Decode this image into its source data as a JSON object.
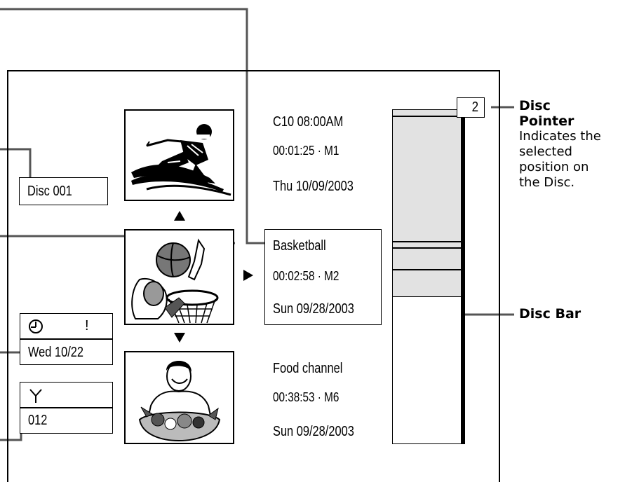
{
  "disc_label": "Disc 001",
  "recordings": [
    {
      "channel": "C10 08:00AM",
      "length": "00:01:25 · M1",
      "date": "Thu 10/09/2003"
    },
    {
      "channel": "Basketball",
      "length": "00:02:58 · M2",
      "date": "Sun 09/28/2003"
    },
    {
      "channel": "Food channel",
      "length": "00:38:53 · M6",
      "date": "Sun 09/28/2003"
    }
  ],
  "timer_box": {
    "icon": "clock-icon",
    "mark": "!",
    "date": "Wed 10/22"
  },
  "antenna_box": {
    "icon": "antenna-icon",
    "channel": "012"
  },
  "disc_pointer": {
    "value": "2",
    "callout_title": "Disc Pointer",
    "callout_desc_lines": [
      "Indicates the",
      "selected",
      "position on",
      "the Disc."
    ]
  },
  "disc_bar": {
    "callout_title": "Disc Bar",
    "used_fraction": 0.56
  },
  "thumbnails": [
    "skier-image",
    "basketball-image",
    "food-presenter-image"
  ],
  "colors": {
    "bar_fill": "#e2e2e2",
    "line": "#555555",
    "ink": "#000000"
  }
}
